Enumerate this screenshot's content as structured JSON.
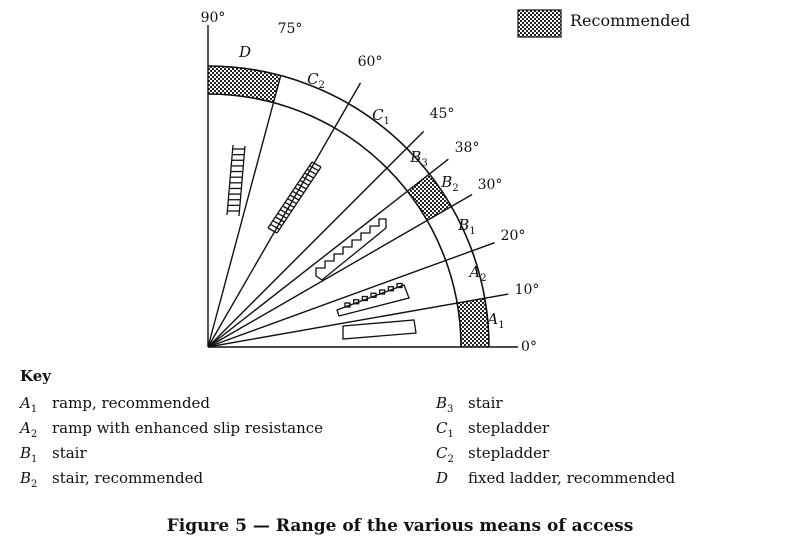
{
  "legend": {
    "label": "Recommended"
  },
  "angles": [
    {
      "text": "90°",
      "deg": 90
    },
    {
      "text": "75°",
      "deg": 75
    },
    {
      "text": "60°",
      "deg": 60
    },
    {
      "text": "45°",
      "deg": 45
    },
    {
      "text": "38°",
      "deg": 38
    },
    {
      "text": "30°",
      "deg": 30
    },
    {
      "text": "20°",
      "deg": 20
    },
    {
      "text": "10°",
      "deg": 10
    },
    {
      "text": "0°",
      "deg": 0
    }
  ],
  "zones": [
    {
      "letter": "D",
      "sub": "",
      "from": 75,
      "to": 90,
      "recommended": true
    },
    {
      "letter": "C",
      "sub": "2",
      "from": 60,
      "to": 75,
      "recommended": false
    },
    {
      "letter": "C",
      "sub": "1",
      "from": 45,
      "to": 60,
      "recommended": false
    },
    {
      "letter": "B",
      "sub": "3",
      "from": 38,
      "to": 45,
      "recommended": false
    },
    {
      "letter": "B",
      "sub": "2",
      "from": 30,
      "to": 38,
      "recommended": true
    },
    {
      "letter": "B",
      "sub": "1",
      "from": 20,
      "to": 30,
      "recommended": false
    },
    {
      "letter": "A",
      "sub": "2",
      "from": 10,
      "to": 20,
      "recommended": false
    },
    {
      "letter": "A",
      "sub": "1",
      "from": 0,
      "to": 10,
      "recommended": true
    }
  ],
  "key": {
    "title": "Key",
    "items": [
      {
        "letter": "A",
        "sub": "1",
        "text": "ramp, recommended"
      },
      {
        "letter": "A",
        "sub": "2",
        "text": "ramp with enhanced slip resistance"
      },
      {
        "letter": "B",
        "sub": "1",
        "text": "stair"
      },
      {
        "letter": "B",
        "sub": "2",
        "text": "stair, recommended"
      },
      {
        "letter": "B",
        "sub": "3",
        "text": "stair"
      },
      {
        "letter": "C",
        "sub": "1",
        "text": "stepladder"
      },
      {
        "letter": "C",
        "sub": "2",
        "text": "stepladder"
      },
      {
        "letter": "D",
        "sub": "",
        "text": "fixed ladder, recommended"
      }
    ]
  },
  "caption": "Figure 5 — Range of the various means of access"
}
